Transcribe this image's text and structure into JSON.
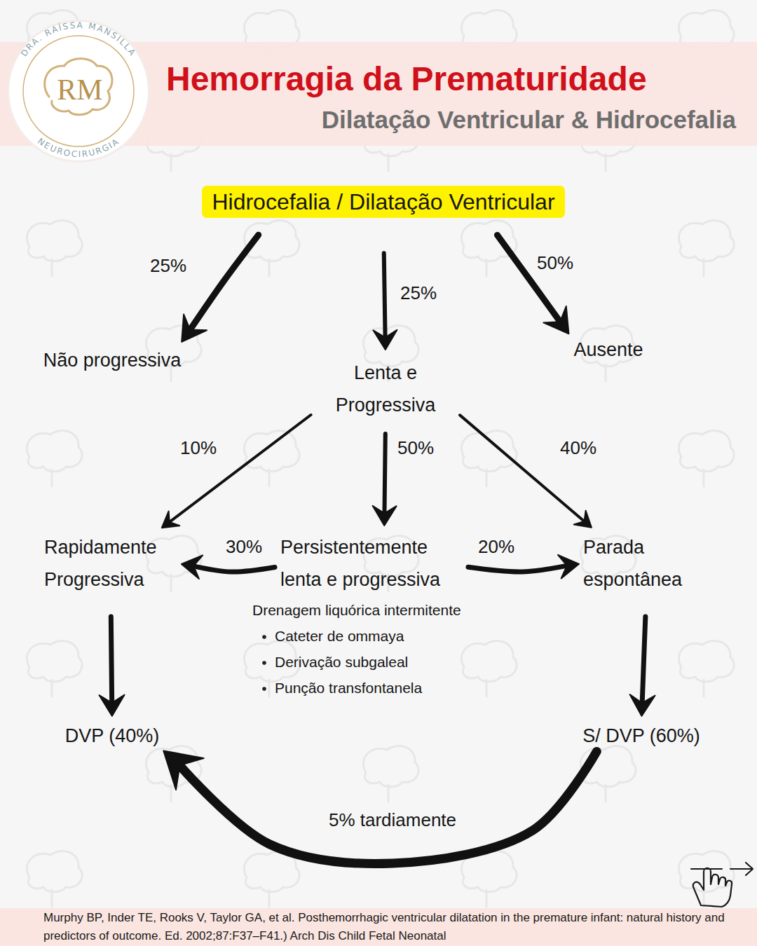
{
  "diagram": {
    "title": "Hemorragia da Prematuridade",
    "caption": "Murphy BP, Inder TE, Rooks V, Taylor GA, et al. Posthemorrhagic ventricular dilatation in the premature infant: natural history and predictors of outcome. Ed. 2002;87:F37–F41.) Arch Dis Child Fetal Neonatal",
    "nodes": [
      {
        "text": [
          "Hidrocefalia / Dilatação Ventricular"
        ]
      },
      {
        "text": [
          "Não progressiva"
        ]
      },
      {
        "text": [
          "Lenta e Progressiva"
        ]
      },
      {
        "text": [
          "Ausente"
        ]
      },
      {
        "text": [
          "Rapidamente Progressiva"
        ]
      },
      {
        "text": [
          "Persistentemente lenta e progressiva"
        ]
      },
      {
        "text": [
          "Parada espontânea"
        ]
      },
      {
        "text": [
          "DVP (40%)"
        ]
      },
      {
        "text": [
          "S/ DVP (60%)"
        ]
      }
    ],
    "edges": [
      {
        "from": 0,
        "to": 1,
        "label": "25%",
        "arrow": "to"
      },
      {
        "from": 0,
        "to": 2,
        "label": "25%",
        "arrow": "to"
      },
      {
        "from": 0,
        "to": 3,
        "label": "50%",
        "arrow": "to"
      },
      {
        "from": 2,
        "to": 4,
        "label": "10%",
        "arrow": "to"
      },
      {
        "from": 2,
        "to": 5,
        "label": "50%",
        "arrow": "to"
      },
      {
        "from": 2,
        "to": 6,
        "label": "40%",
        "arrow": "to"
      },
      {
        "from": 5,
        "to": 4,
        "label": "30%",
        "arrow": "to"
      },
      {
        "from": 5,
        "to": 6,
        "label": "20%",
        "arrow": "to"
      },
      {
        "from": 4,
        "to": 7,
        "arrow": "to"
      },
      {
        "from": 6,
        "to": 8,
        "arrow": "to"
      },
      {
        "from": 8,
        "to": 7,
        "label": "5% tardiamente",
        "arrow": "to"
      }
    ],
    "labels": [
      "Dilatação Ventricular & Hidrocefalia",
      "DRA. RAÍSSA MANSILLA",
      "NEUROCIRURGIA",
      "RM",
      "Drenagem liquórica intermitente",
      "Cateter de ommaya",
      "Derivação subgaleal",
      "Punção transfontanela"
    ]
  }
}
